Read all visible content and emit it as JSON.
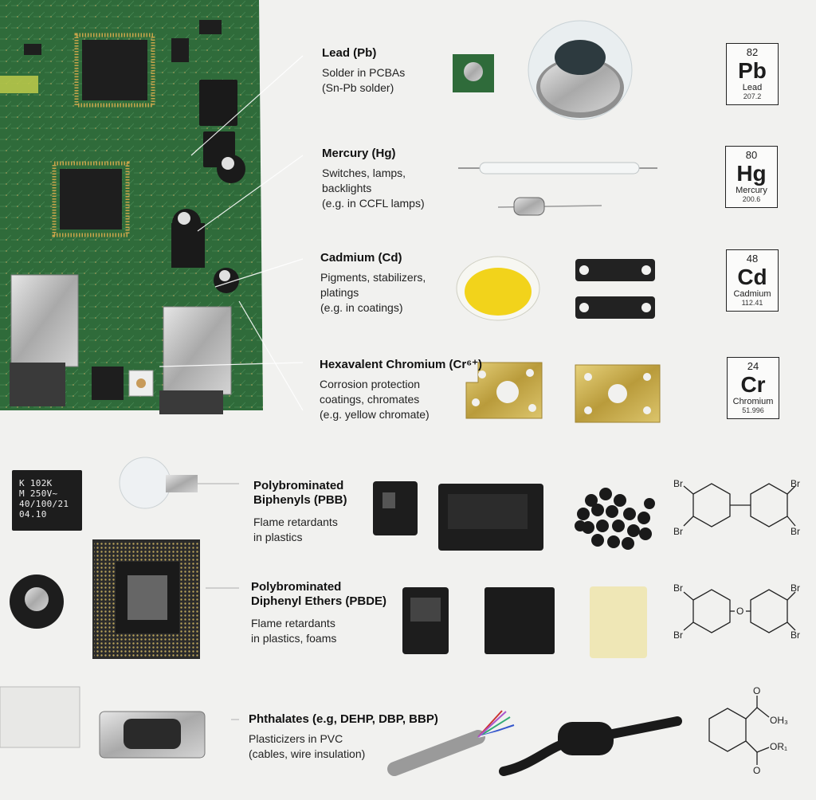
{
  "substances": [
    {
      "title": "Lead (Pb)",
      "lines": [
        "Solder in PCBAs",
        "(Sn-Pb solder)"
      ]
    },
    {
      "title": "Mercury (Hg)",
      "lines": [
        "Switches, lamps,",
        "backlights",
        "(e.g. in CCFL lamps)"
      ]
    },
    {
      "title": "Cadmium (Cd)",
      "lines": [
        "Pigments, stabilizers,",
        "platings",
        "(e.g. in coatings)"
      ]
    },
    {
      "title": "Hexavalent Chromium (Cr⁶⁺)",
      "lines": [
        "Corrosion protection",
        "coatings, chromates",
        "(e.g. yellow chromate)"
      ]
    },
    {
      "title": "Polybrominated\nBiphenyls (PBB)",
      "lines": [
        "Flame retardants",
        "in plastics"
      ]
    },
    {
      "title": "Polybrominated\nDiphenyl Ethers (PBDE)",
      "lines": [
        "Flame retardants",
        "in plastics, foams"
      ]
    },
    {
      "title": "Phthalates (e.g, DEHP, DBP, BBP)",
      "lines": [
        "Plasticizers in PVC",
        "(cables, wire insulation)"
      ]
    }
  ],
  "elements": [
    {
      "number": "82",
      "symbol": "Pb",
      "name": "Lead",
      "weight": "207.2"
    },
    {
      "number": "80",
      "symbol": "Hg",
      "name": "Mercury",
      "weight": "200.6"
    },
    {
      "number": "48",
      "symbol": "Cd",
      "name": "Cadmium",
      "weight": "112.41"
    },
    {
      "number": "24",
      "symbol": "Cr",
      "name": "Chromium",
      "weight": "51.996"
    }
  ],
  "capacitor_marking": [
    "K  102K",
    "M  250V~",
    "40/100/21",
    "04.10"
  ],
  "molecule_labels": {
    "pbb": [
      "Br",
      "Br",
      "Br",
      "Br"
    ],
    "pbde": [
      "Br",
      "Br",
      "Br",
      "Br",
      "O"
    ],
    "phthalate": [
      "O",
      "O",
      "OH₃",
      "OR₁"
    ]
  },
  "colors": {
    "pcb": "#2f6b3a",
    "solder": "#c9a44a",
    "cadmium": "#f2d31b",
    "chromate": "#d8c06a",
    "background": "#f1f1ef"
  }
}
